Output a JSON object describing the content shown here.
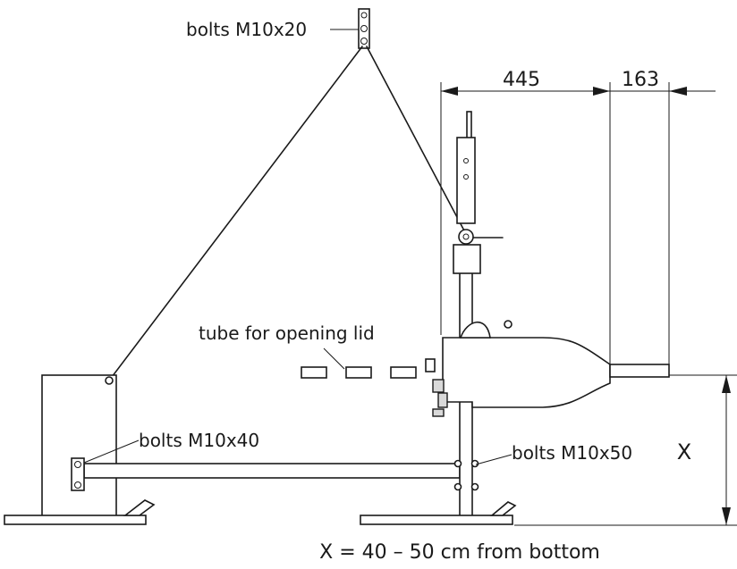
{
  "labels": {
    "bolts_top": "bolts M10x20",
    "tube": "tube for opening lid",
    "bolts_left": "bolts M10x40",
    "bolts_right": "bolts M10x50",
    "x_symbol": "X",
    "footnote": "X = 40 – 50 cm from bottom"
  },
  "dimensions": {
    "dim_a": "445",
    "dim_b": "163"
  }
}
